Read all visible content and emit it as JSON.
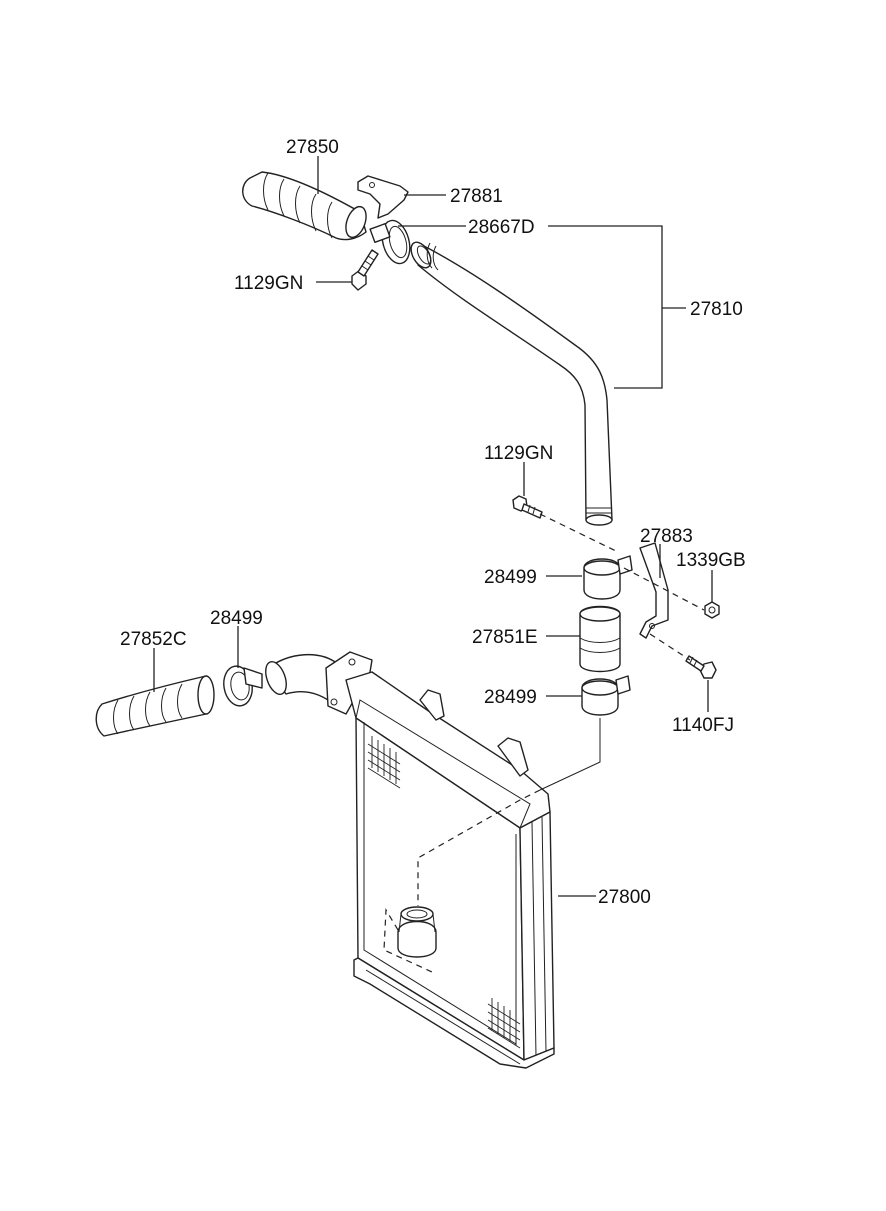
{
  "diagram": {
    "labels": {
      "hose_upper": "27850",
      "bracket_upper": "27881",
      "clamp_upper": "28667D",
      "bolt_upper": "1129GN",
      "pipe_upper": "27810",
      "bolt_mid": "1129GN",
      "bracket_mid": "27883",
      "nut": "1339GB",
      "clamp_mid_top": "28499",
      "hose_mid": "27851E",
      "clamp_mid_bottom": "28499",
      "bolt_lower": "1140FJ",
      "clamp_left": "28499",
      "hose_left": "27852C",
      "intercooler": "27800"
    }
  }
}
